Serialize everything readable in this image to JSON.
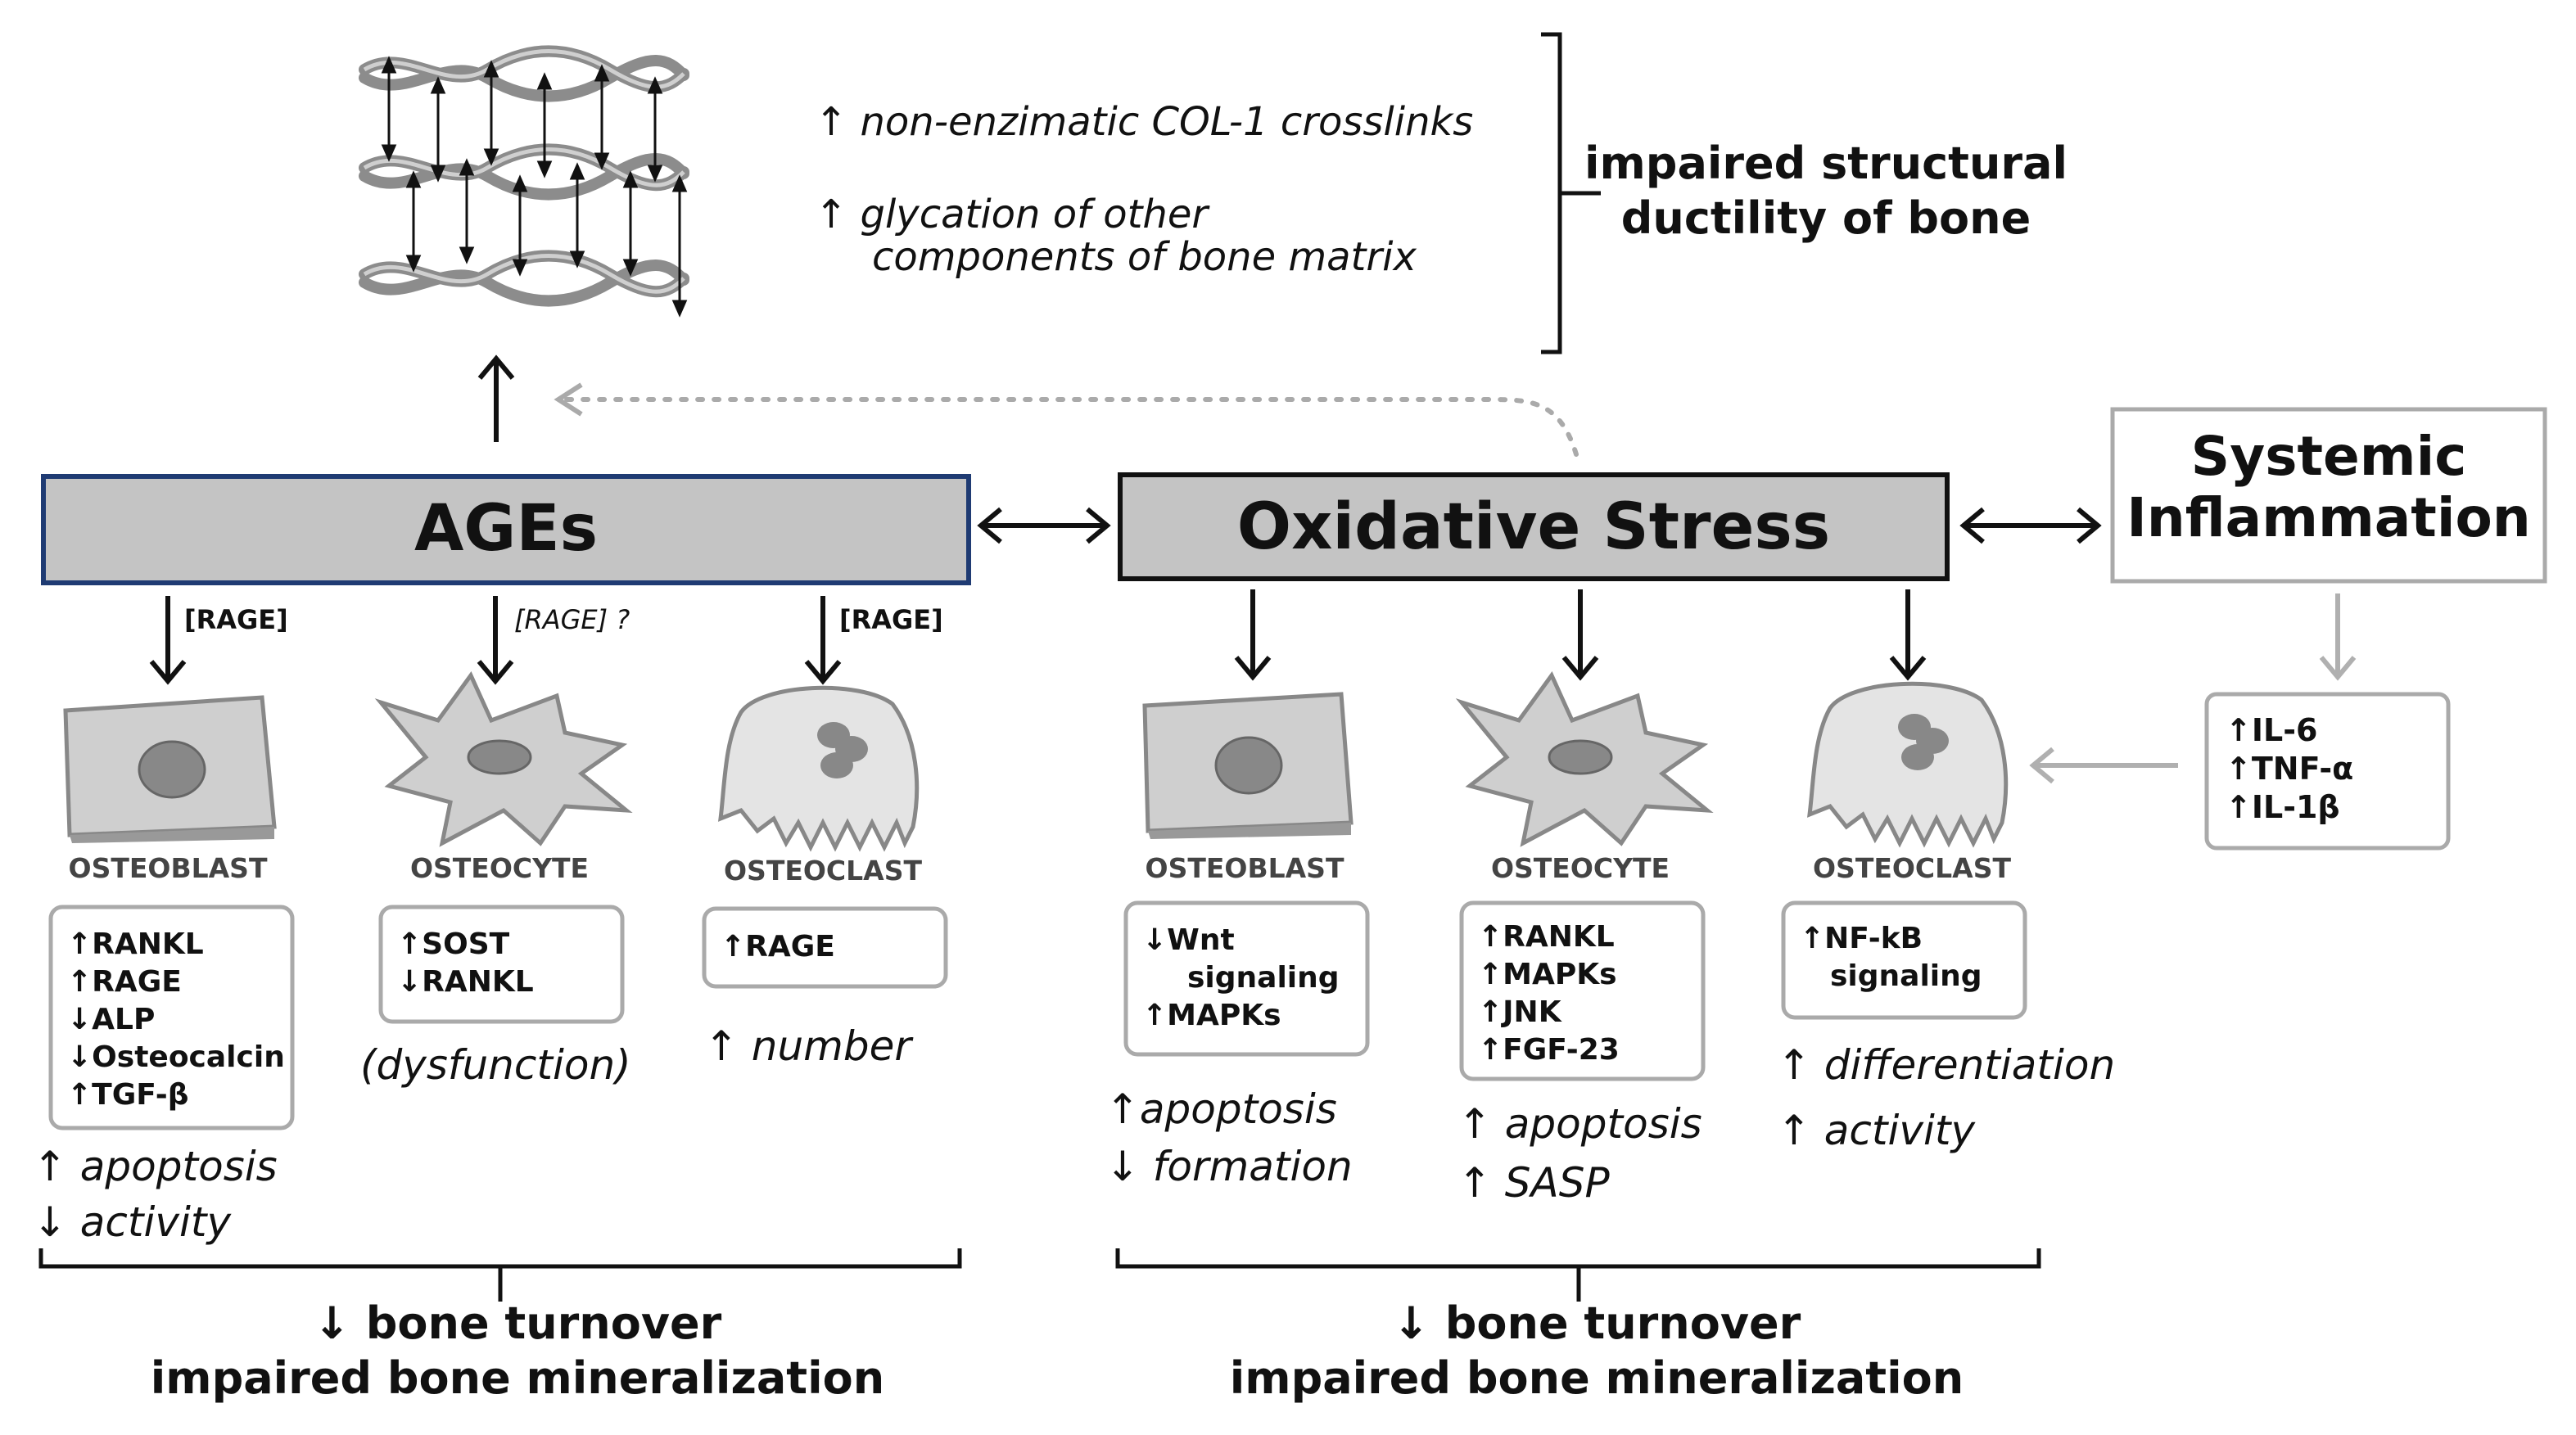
{
  "matrix": {
    "effects": [
      "↑ non-enzimatic COL-1 crosslinks",
      "↑ glycation of other",
      "components of bone matrix"
    ],
    "outcome": [
      "impaired structural",
      "ductility of bone"
    ]
  },
  "nodes": {
    "ages": "AGEs",
    "oxidative_stress": "Oxidative Stress",
    "systemic_inflammation": [
      "Systemic",
      "Inflammation"
    ]
  },
  "rage_labels": [
    "[RAGE]",
    "[RAGE] ?",
    "[RAGE]"
  ],
  "cytokines": [
    "↑IL-6",
    "↑TNF-α",
    "↑IL-1β"
  ],
  "ages_cells": [
    {
      "name": "OSTEOBLAST",
      "markers": [
        "↑RANKL",
        "↑RAGE",
        "↓ALP",
        "↓Osteocalcin",
        "↑TGF-β"
      ],
      "effects": [
        "↑ apoptosis",
        "↓ activity"
      ]
    },
    {
      "name": "OSTEOCYTE",
      "markers": [
        "↑SOST",
        "↓RANKL"
      ],
      "effects": [
        "(dysfunction)"
      ]
    },
    {
      "name": "OSTEOCLAST",
      "markers": [
        "↑RAGE"
      ],
      "effects": [
        "↑ number"
      ]
    }
  ],
  "os_cells": [
    {
      "name": "OSTEOBLAST",
      "markers": [
        "↓Wnt",
        "signaling",
        "↑MAPKs"
      ],
      "effects": [
        "↑apoptosis",
        "↓ formation"
      ]
    },
    {
      "name": "OSTEOCYTE",
      "markers": [
        "↑RANKL",
        "↑MAPKs",
        "↑JNK",
        "↑FGF-23"
      ],
      "effects": [
        "↑ apoptosis",
        "↑ SASP"
      ]
    },
    {
      "name": "OSTEOCLAST",
      "markers": [
        "↑NF-kB",
        "signaling"
      ],
      "effects": [
        "↑ differentiation",
        "↑ activity"
      ]
    }
  ],
  "outcomes": {
    "left": [
      "↓ bone turnover",
      "impaired bone mineralization"
    ],
    "right": [
      "↓ bone turnover",
      "impaired bone mineralization"
    ]
  },
  "colors": {
    "box_fill": "#c4c4c4",
    "ages_border": "#1f3b73",
    "dark": "#111111",
    "gray_arrow": "#b0b0b0",
    "cell_fill": "#cfcfcf"
  }
}
